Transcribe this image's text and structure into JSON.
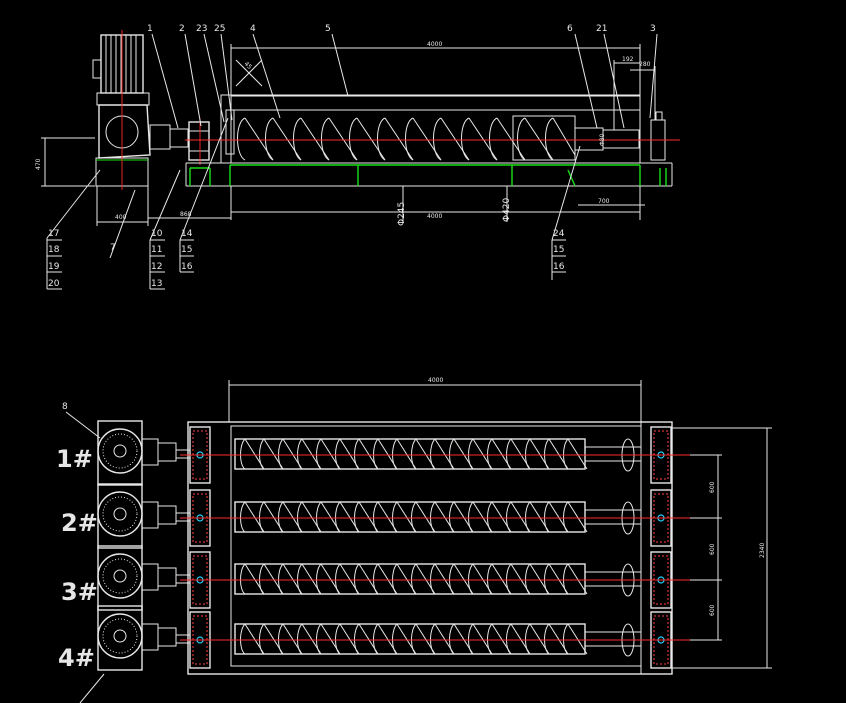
{
  "top_view": {
    "balloons": [
      "1",
      "2",
      "23",
      "25",
      "4",
      "5",
      "6",
      "21",
      "3"
    ],
    "left_stack_a": [
      "17",
      "18",
      "19",
      "20"
    ],
    "left_label_b": "7",
    "left_stack_c": [
      "10",
      "11",
      "12",
      "13"
    ],
    "left_stack_d": [
      "14",
      "15",
      "16"
    ],
    "right_stack": [
      "24",
      "15",
      "16"
    ],
    "dims": {
      "overall_top": "4000",
      "bottom_len": "4000",
      "base_width": "400",
      "offset": "868",
      "height": "470",
      "right_len": "700",
      "right_a": "192",
      "right_b": "280",
      "small_dia": "Φ245",
      "big_dia": "Φ420",
      "angle": "45",
      "shaft": "Φ80"
    }
  },
  "plan_view": {
    "balloon_top": "8",
    "unit_labels": [
      "1#",
      "2#",
      "3#",
      "4#"
    ],
    "dims": {
      "overall": "4000",
      "pitch": [
        "600",
        "600",
        "600"
      ],
      "total_width": "2340"
    }
  },
  "colors": {
    "line": "#e8e8e8",
    "centerline": "#ff2a2a",
    "support": "#19e019",
    "bolt": "#22d3ff",
    "background": "#000000"
  }
}
